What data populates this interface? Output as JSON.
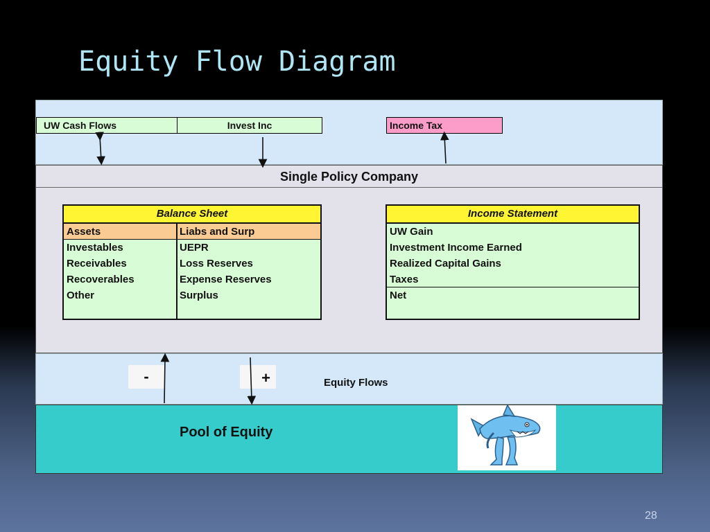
{
  "slide": {
    "title": "Equity Flow Diagram",
    "page_number": "28"
  },
  "top_inputs": {
    "uw_cash_flows": "UW Cash Flows",
    "invest_inc": "Invest Inc",
    "income_tax": "Income Tax"
  },
  "company": {
    "title": "Single Policy Company",
    "balance_sheet": {
      "header": "Balance Sheet",
      "assets_header": "Assets",
      "liabs_header": "Liabs and Surp",
      "assets": [
        "Investables",
        "Receivables",
        "Recoverables",
        "Other"
      ],
      "liabs": [
        "UEPR",
        "Loss Reserves",
        "Expense Reserves",
        "Surplus"
      ]
    },
    "income_statement": {
      "header": "Income Statement",
      "items": [
        "UW Gain",
        "Investment Income Earned",
        "Realized Capital Gains",
        "Taxes"
      ],
      "net": "Net"
    }
  },
  "flows": {
    "minus": "-",
    "plus": "+",
    "label": "Equity Flows"
  },
  "pool": {
    "label": "Pool of Equity",
    "image_icon": "shark-cartoon-icon"
  },
  "colors": {
    "light_blue_band": "#d4e8fa",
    "company_band": "#e3e1ea",
    "pool_band": "#35cccb",
    "green_cell": "#d8fcd6",
    "yellow_header": "#fff533",
    "orange_header": "#fbcb94",
    "pink_cell": "#fc9cc8",
    "title_color": "#aee6f6"
  }
}
